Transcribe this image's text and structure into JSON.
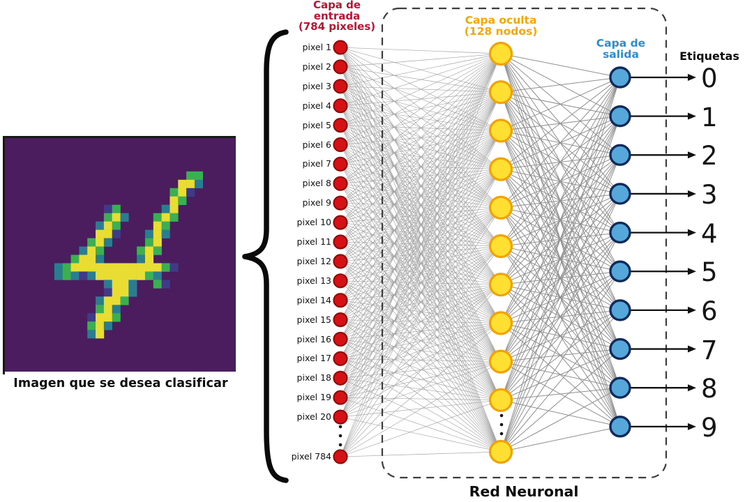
{
  "image_panel": {
    "caption": "Imagen que se desea clasificar",
    "background": "#4b1d5e",
    "palette": {
      "y": "#e9dc33",
      "g": "#3caf53",
      "t": "#2a7d8e",
      "b": "#403b86"
    },
    "pixel_grid": [
      "............................",
      "............................",
      "............................",
      "............................",
      "......................gg....",
      ".....................yyt....",
      "....................gyb.....",
      "....................yg......",
      "............bg.....ty.......",
      "............gyt...gyg.......",
      "...........tyg....yg........",
      "...........yyb...tyt........",
      "..........gyt....gy.........",
      ".........tyg....gyg.........",
      "........gyyt....ty..........",
      "......tgyyyyyyyyyyygb.......",
      "......tgtbtyyyyyygt.........",
      "............tyyt..gb........",
      "............byyt............",
      "...........tyyg.............",
      "...........gyt..............",
      "..........byyg..............",
      "..........gyt...............",
      "..........ty................",
      "............................",
      "............................",
      "............................",
      "............................"
    ]
  },
  "network": {
    "box_label": "Red Neuronal",
    "edge_color_input_hidden": "#a3a3a3",
    "edge_color_hidden_output": "#8f8f8f",
    "arrow_color": "#111111",
    "dash_color": "#3c3c3c",
    "brace_color": "#0a0a0a",
    "dots_color": "#161616",
    "input_layer": {
      "title_lines": [
        "Capa de",
        "entrada",
        "(784 pixeles)"
      ],
      "title_color": "#be1233",
      "node_fill": "#d51116",
      "node_border": "#8e0b0b",
      "node_labels": [
        "pixel 1",
        "pixel 2",
        "pixel 3",
        "pixel 4",
        "pixel 5",
        "pixel 6",
        "pixel 7",
        "pixel 8",
        "pixel 9",
        "pixel 10",
        "pixel 11",
        "pixel 12",
        "pixel 13",
        "pixel 14",
        "pixel 15",
        "pixel 16",
        "pixel 17",
        "pixel 18",
        "pixel 19",
        "pixel 20"
      ],
      "last_node_label": "pixel 784"
    },
    "hidden_layer": {
      "title_lines": [
        "Capa oculta",
        "(128 nodos)"
      ],
      "title_color": "#f6a50a",
      "node_fill": "#ffdf31",
      "node_border": "#f2a202",
      "visible_node_count": 10,
      "final_node_count": 1
    },
    "output_layer": {
      "title_lines": [
        "Capa de",
        "salida"
      ],
      "title_color": "#2f8ccd",
      "node_fill": "#55a8d9",
      "node_border": "#112a5c",
      "labels_title": "Etiquetas",
      "labels": [
        "0",
        "1",
        "2",
        "3",
        "4",
        "5",
        "6",
        "7",
        "8",
        "9"
      ]
    }
  }
}
